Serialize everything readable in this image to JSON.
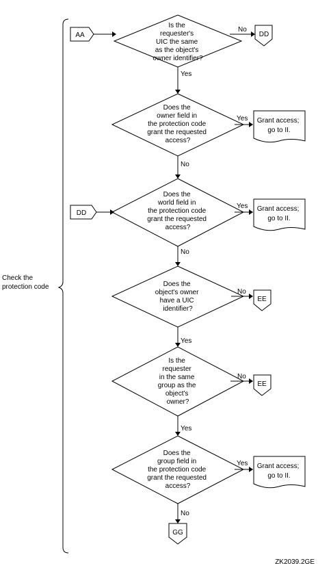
{
  "side_label": [
    "Check the",
    "protection code"
  ],
  "figure_id": "ZK2039.2GE",
  "connectors": {
    "aa": "AA",
    "dd_exit": "DD",
    "dd_entry": "DD",
    "ee1": "EE",
    "ee2": "EE",
    "gg": "GG"
  },
  "decisions": [
    [
      "Is the",
      "requester's",
      "UIC the same",
      "as the object's",
      "owner identifier?"
    ],
    [
      "Does the",
      "owner field in",
      "the protection code",
      "grant the requested",
      "access?"
    ],
    [
      "Does the",
      "world field in",
      "the protection code",
      "grant the requested",
      "access?"
    ],
    [
      "Does the",
      "object's owner",
      "have a UIC",
      "identifier?"
    ],
    [
      "Is the",
      "requester",
      "in the same",
      "group as the",
      "object's",
      "owner?"
    ],
    [
      "Does the",
      "group field in",
      "the protection code",
      "grant the requested",
      "access?"
    ]
  ],
  "grants": [
    [
      "Grant access;",
      "go to  II."
    ],
    [
      "Grant access;",
      "go to  II."
    ],
    [
      "Grant access;",
      "go to  II."
    ]
  ],
  "labels": {
    "d1_no": "No",
    "d1_yes": "Yes",
    "d2_yes": "Yes",
    "d2_no": "No",
    "d3_yes": "Yes",
    "d3_no": "No",
    "d4_no": "No",
    "d4_yes": "Yes",
    "d5_no": "No",
    "d5_yes": "Yes",
    "d6_yes": "Yes",
    "d6_no": "No"
  }
}
